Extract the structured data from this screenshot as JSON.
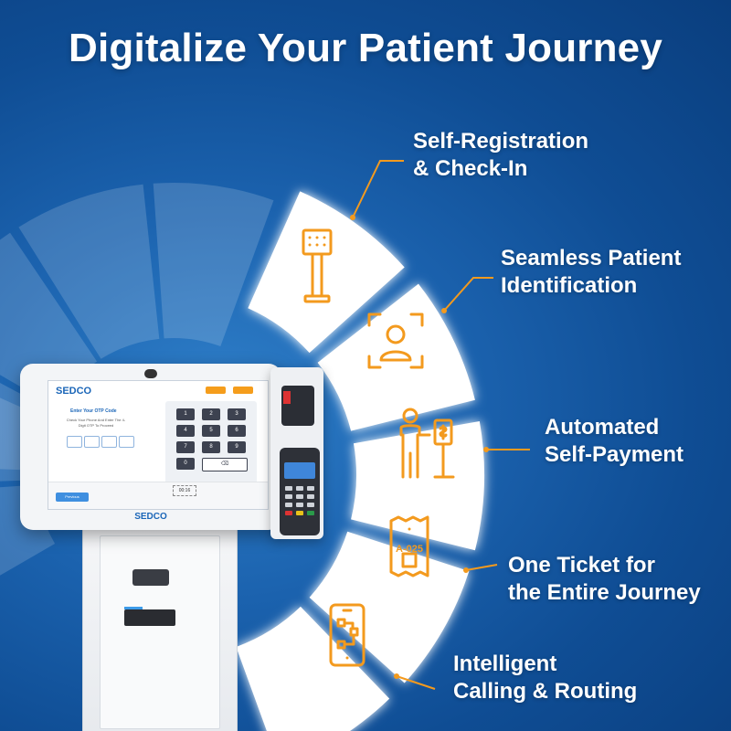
{
  "title": "Digitalize Your Patient Journey",
  "colors": {
    "background": "#1b62ae",
    "accent_orange": "#f39a1e",
    "wedge_white": "#ffffff",
    "brand_blue": "#1b66b8"
  },
  "features": [
    {
      "line1": "Self-Registration",
      "line2": "& Check-In",
      "icon": "kiosk-stand-icon"
    },
    {
      "line1": "Seamless Patient",
      "line2": "Identification",
      "icon": "face-scan-icon"
    },
    {
      "line1": "Automated",
      "line2": "Self-Payment",
      "icon": "person-payment-kiosk-icon"
    },
    {
      "line1": "One Ticket for",
      "line2": "the Entire Journey",
      "icon": "ticket-icon"
    },
    {
      "line1": "Intelligent",
      "line2": "Calling & Routing",
      "icon": "phone-routing-icon"
    }
  ],
  "ticket_number": "A-025",
  "kiosk": {
    "brand": "SEDCO",
    "screen_title": "Enter Your OTP Code",
    "screen_subtitle": "Check Your Phone And Enter The 4-Digit OTP To Proceed",
    "keys": [
      "1",
      "2",
      "3",
      "4",
      "5",
      "6",
      "7",
      "8",
      "9",
      "0",
      "⌫"
    ],
    "previous_label": "Previous",
    "timer": "00:16"
  }
}
